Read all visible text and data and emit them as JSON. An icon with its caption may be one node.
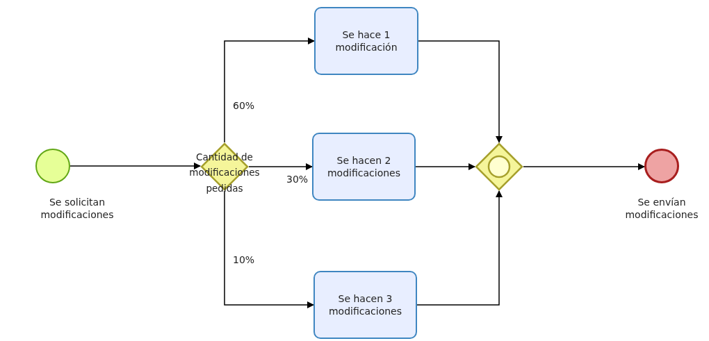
{
  "diagram": {
    "nodes": [
      {
        "text": [],
        "shape": "circle",
        "beside": [
          "Se solicitan modificaciones"
        ]
      },
      {
        "text": [
          "Cantidad de modificaciones pedidas"
        ]
      },
      {
        "text": [
          "Se hace 1 modificación"
        ]
      },
      {
        "text": [
          "Se hacen 2 modificaciones"
        ]
      },
      {
        "text": [
          "Se hacen 3 modificaciones"
        ]
      },
      {
        "text": [],
        "shape": "diamond"
      },
      {
        "text": [],
        "shape": "circle",
        "beside": [
          "Se envían modificaciones"
        ]
      }
    ],
    "edges": [
      {
        "from": 0,
        "to": 1,
        "arrow": "to"
      },
      {
        "from": 1,
        "to": 2,
        "arrow": "to",
        "label": "60%"
      },
      {
        "from": 1,
        "to": 3,
        "arrow": "to",
        "label": "30%"
      },
      {
        "from": 1,
        "to": 4,
        "arrow": "to",
        "label": "10%"
      },
      {
        "from": 2,
        "to": 5,
        "arrow": "to"
      },
      {
        "from": 3,
        "to": 5,
        "arrow": "to"
      },
      {
        "from": 4,
        "to": 5,
        "arrow": "to"
      },
      {
        "from": 5,
        "to": 6,
        "arrow": "to"
      }
    ]
  }
}
